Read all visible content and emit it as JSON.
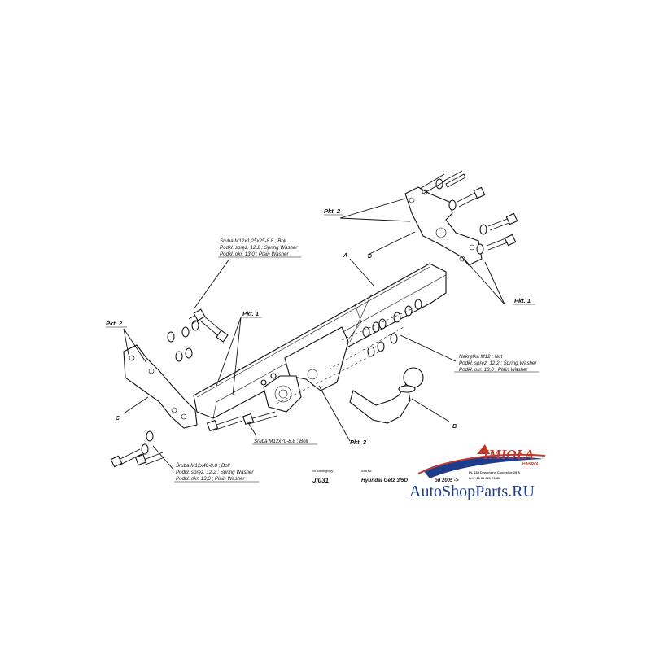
{
  "labels": {
    "pkt2_top": "Pkt. 2",
    "pkt2_left": "Pkt. 2",
    "pkt1_left": "Pkt. 1",
    "pkt1_right": "Pkt. 1",
    "pkt3": "Pkt. 3",
    "part_a": "A",
    "part_b": "B",
    "part_c": "C",
    "part_d": "D"
  },
  "notes": {
    "bolt_m12x125": [
      "Śruba M12x1,25x25-8.8 ;  Bolt",
      "Podkł. spręż. 12,2 ; Spring Washer",
      "Podkł. okr. 13,0 ; Plain Washer"
    ],
    "nut_m12": [
      "Nakrętka  M12 ; Nut",
      "Podkł. spręż. 12,2 ; Spring Washer",
      "Podkł. okr. 13,0 ; Plain Washer"
    ],
    "bolt_m12x70": "Śruba M12x70-8.8 ;  Bolt",
    "bolt_m12x40": [
      "Śruba M12x40-8.8 ;  Bolt",
      "Podkł. spręż. 12,2 ; Spring Washer",
      "Podkł. okr. 13,0 ; Plain Washer"
    ]
  },
  "title_block": {
    "code_caption": "Nr katalogowy",
    "code": "JI031",
    "make_caption": "Marka",
    "model": "Hyundai Getz 3/5D",
    "year": "od  2005 ->"
  },
  "brand": {
    "logo": "IMIOŁA",
    "subtitle": "HAKPOL",
    "address": "PL 338 Dzwonery, Chojeckie 29 A",
    "phone": "tel. +48 61 821 73 31",
    "watermark": "AutoShopParts.RU",
    "accent": "#c0392b",
    "watermark_color": "#1e3c8c"
  }
}
